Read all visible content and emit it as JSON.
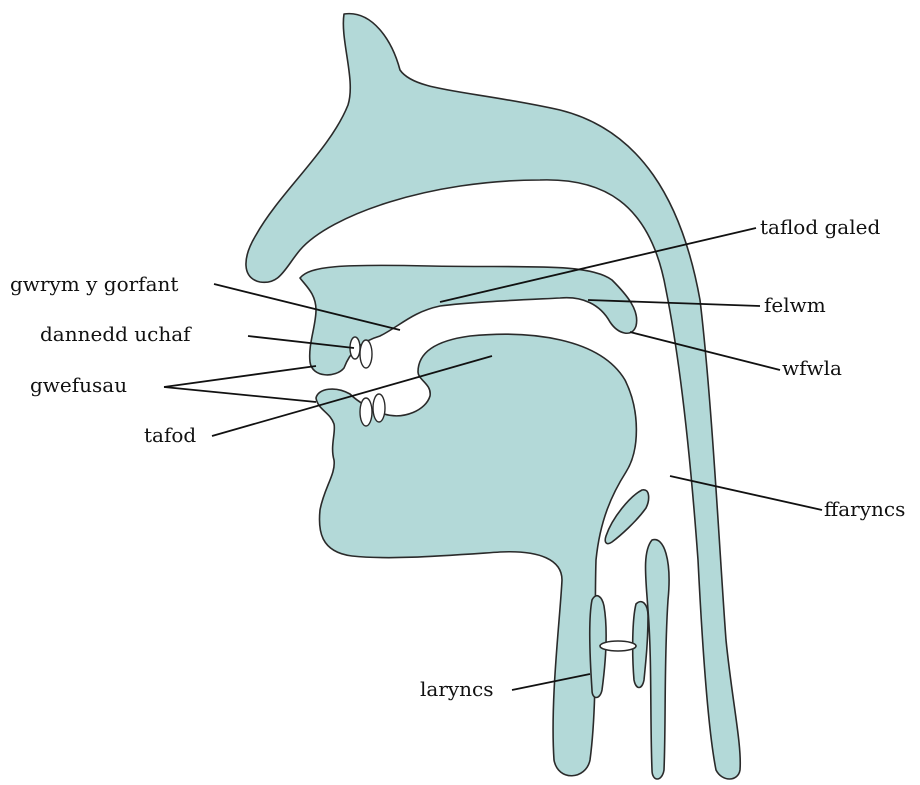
{
  "labels": {
    "taflod_galed": "taflod galed",
    "gwrym_y_gorfant": "gwrym y gorfant",
    "felwm": "felwm",
    "dannedd_uchaf": "dannedd uchaf",
    "wfwla": "wfwla",
    "gwefusau": "gwefusau",
    "tafod": "tafod",
    "ffaryncs": "ffaryncs",
    "laryncs": "laryncs"
  },
  "colors": {
    "tissue": "#b3d9d8",
    "outline": "#2a2a2a",
    "background": "#ffffff"
  }
}
